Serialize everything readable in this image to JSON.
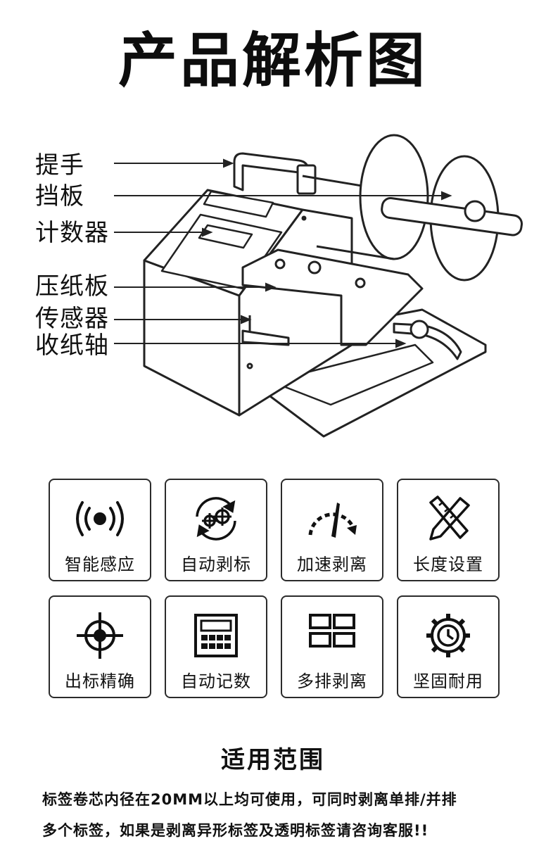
{
  "page": {
    "title": "产品解析图"
  },
  "callouts": [
    {
      "label": "提手"
    },
    {
      "label": "挡板"
    },
    {
      "label": "计数器"
    },
    {
      "label": "压纸板"
    },
    {
      "label": "传感器"
    },
    {
      "label": "收纸轴"
    }
  ],
  "features": [
    {
      "label": "智能感应",
      "icon": "wireless-sensor-icon"
    },
    {
      "label": "自动剥标",
      "icon": "gears-cycle-icon"
    },
    {
      "label": "加速剥离",
      "icon": "speedometer-icon"
    },
    {
      "label": "长度设置",
      "icon": "ruler-pencil-icon"
    },
    {
      "label": "出标精确",
      "icon": "crosshair-target-icon"
    },
    {
      "label": "自动记数",
      "icon": "counter-display-icon"
    },
    {
      "label": "多排剥离",
      "icon": "grid-rows-icon"
    },
    {
      "label": "坚固耐用",
      "icon": "gear-clock-icon"
    }
  ],
  "scope": {
    "title": "适用范围",
    "line1": "标签卷芯内径在20MM以上均可使用，可同时剥离单排/并排",
    "line2": "多个标签，如果是剥离异形标签及透明标签请咨询客服!!"
  }
}
